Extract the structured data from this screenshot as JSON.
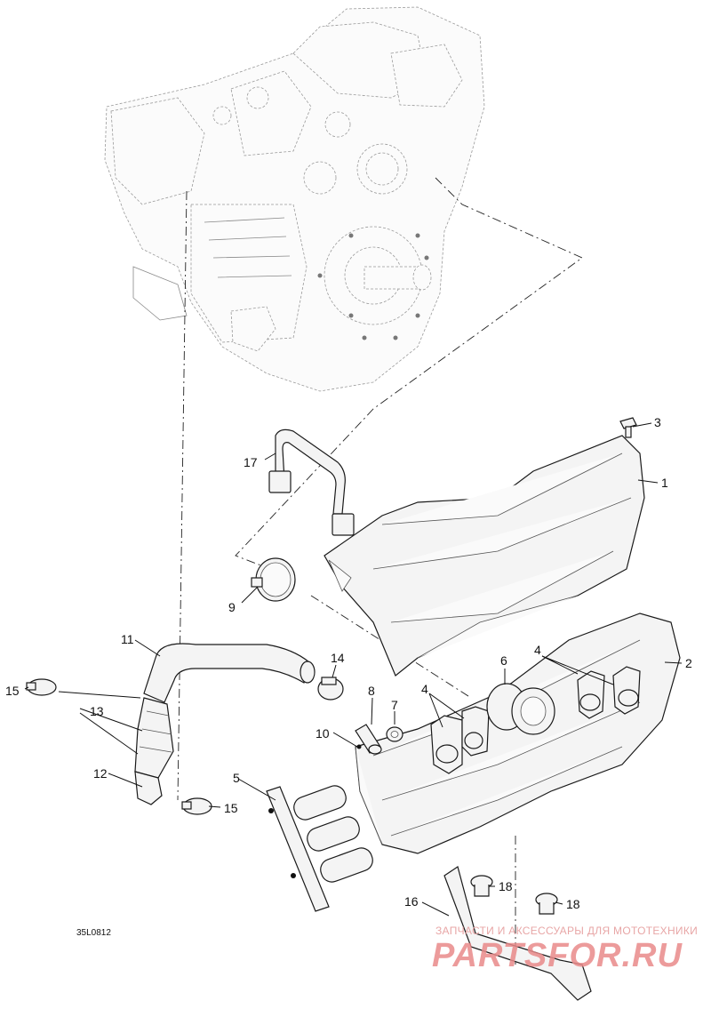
{
  "diagram": {
    "drawing_code": "35L0812",
    "callouts": {
      "p1": "1",
      "p2": "2",
      "p3": "3",
      "p4a": "4",
      "p4b": "4",
      "p5": "5",
      "p6": "6",
      "p7": "7",
      "p8": "8",
      "p9": "9",
      "p10": "10",
      "p11": "11",
      "p12": "12",
      "p13": "13",
      "p14": "14",
      "p15a": "15",
      "p15b": "15",
      "p16": "16",
      "p17": "17",
      "p18a": "18",
      "p18b": "18"
    }
  },
  "watermark": {
    "tagline": "ЗАПЧАСТИ И АКСЕССУАРЫ ДЛЯ МОТОТЕХНИКИ",
    "brand": "PARTSFOR.RU"
  }
}
